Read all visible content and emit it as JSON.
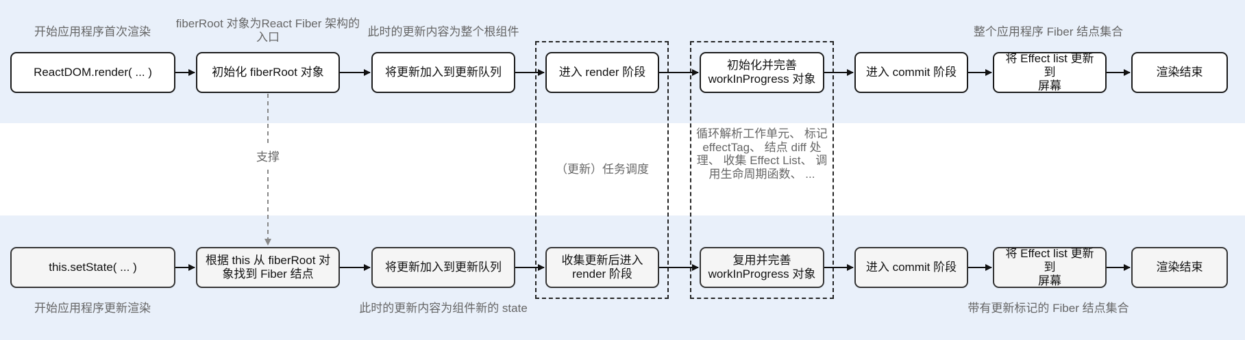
{
  "top_row": {
    "boxes": [
      "ReactDOM.render( ... )",
      "初始化 fiberRoot 对象",
      "将更新加入到更新队列",
      "进入 render 阶段",
      [
        "初始化并完善",
        "workInProgress 对象"
      ],
      "进入 commit 阶段",
      [
        "将 Effect list 更新到",
        "屏幕"
      ],
      "渲染结束"
    ],
    "captions": {
      "start": "开始应用程序首次渲染",
      "fiberroot_line1": "fiberRoot 对象为React",
      "fiberroot_line2": "Fiber 架构的入口",
      "update_content": "此时的更新内容为整个根组件",
      "fiber_set": "整个应用程序 Fiber 结点集合"
    }
  },
  "bottom_row": {
    "boxes": [
      "this.setState( ... )",
      [
        "根据 this 从 fiberRoot 对",
        "象找到 Fiber 结点"
      ],
      "将更新加入到更新队列",
      [
        "收集更新后进入",
        "render 阶段"
      ],
      [
        "复用并完善",
        "workInProgress 对象"
      ],
      "进入 commit 阶段",
      [
        "将 Effect list 更新到",
        "屏幕"
      ],
      "渲染结束"
    ],
    "captions": {
      "start": "开始应用程序更新渲染",
      "update_content": "此时的更新内容为组件新的 state",
      "fiber_set": "带有更新标记的 Fiber 结点集合"
    }
  },
  "middle": {
    "support": "支撑",
    "scheduling": "（更新）任务调度",
    "work_loop": [
      "循环解析工作单元、",
      "标记 effectTag、",
      "结点 diff 处理、",
      "收集 Effect List、",
      "调用生命周期函数、",
      "..."
    ]
  },
  "colors": {
    "band": "#e9f0fa",
    "border": "#1a1a1a",
    "caption": "#666666",
    "dashed_connector": "#888888"
  }
}
